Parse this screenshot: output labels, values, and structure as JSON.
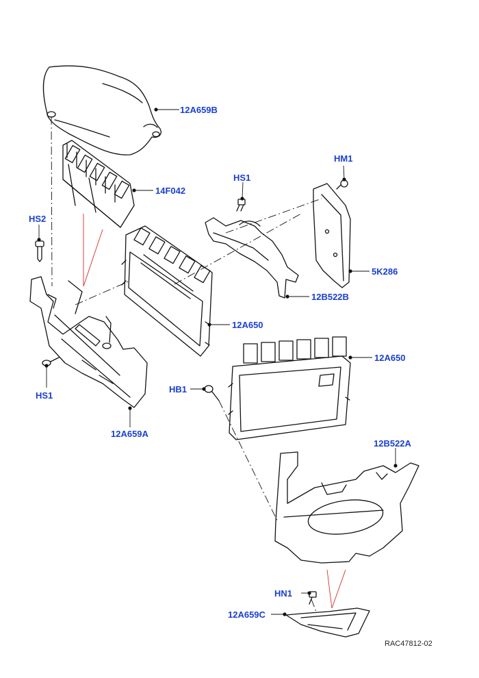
{
  "colors": {
    "label": "#1a3fd0",
    "linework": "#111111",
    "guide": "#d62a2a",
    "reference": "#222222"
  },
  "labels": {
    "12A659B": "12A659B",
    "14F042": "14F042",
    "HM1": "HM1",
    "HS1_top": "HS1",
    "HS2": "HS2",
    "5K286": "5K286",
    "12B522B": "12B522B",
    "12A650_upper": "12A650",
    "12A650_lower": "12A650",
    "HS1_bottom": "HS1",
    "HB1": "HB1",
    "12A659A": "12A659A",
    "12B522A": "12B522A",
    "HN1": "HN1",
    "12A659C": "12A659C"
  },
  "reference_code": "RAC47812-02"
}
